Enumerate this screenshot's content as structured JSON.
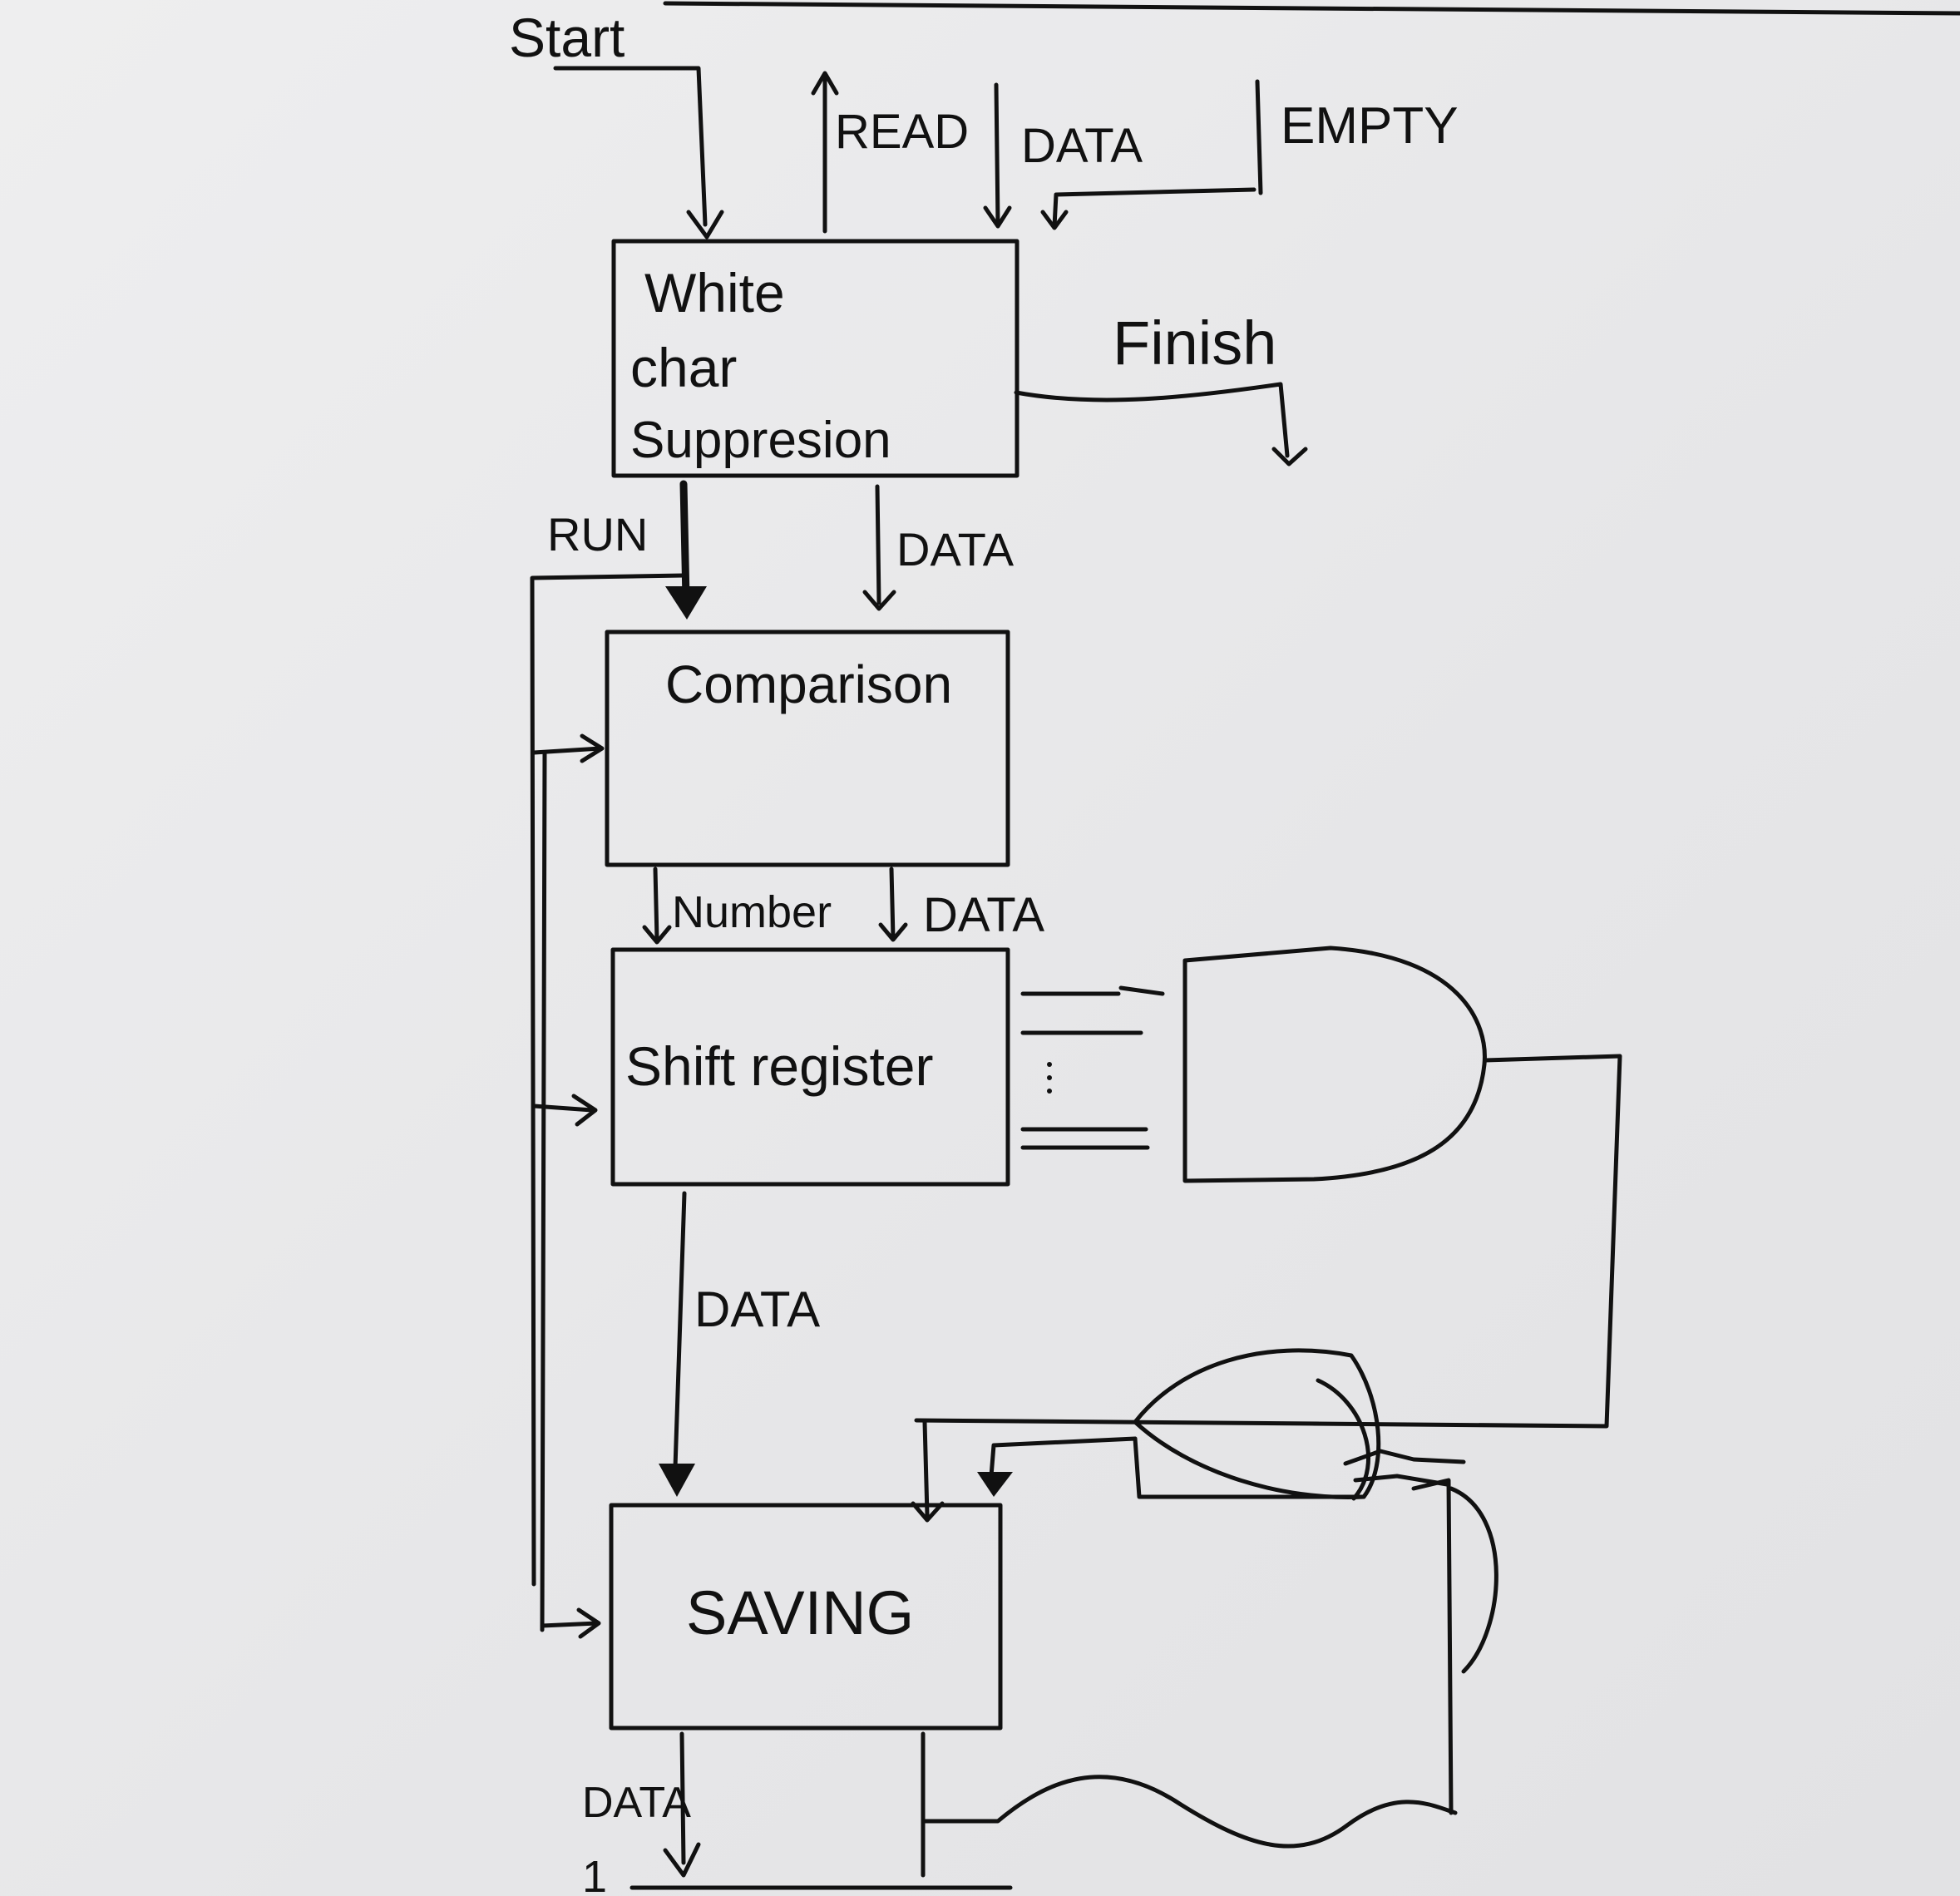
{
  "signals": {
    "start": "Start",
    "read": "READ",
    "data_in": "DATA",
    "empty": "EMPTY",
    "finish": "Finish",
    "run": "RUN",
    "data_wcs_to_cmp": "DATA",
    "number": "Number",
    "data_cmp_to_sr": "DATA",
    "data_sr_to_saving": "DATA",
    "data_out": "DATA",
    "bottom_mark": "1"
  },
  "blocks": {
    "white_char_line1": "White",
    "white_char_line2": "char",
    "white_char_line3": "Suppresion",
    "comparison": "Comparison",
    "shift_register": "Shift register",
    "saving": "SAVING"
  },
  "gates": {
    "and_gate": "and-gate",
    "or_gate": "or-gate"
  }
}
